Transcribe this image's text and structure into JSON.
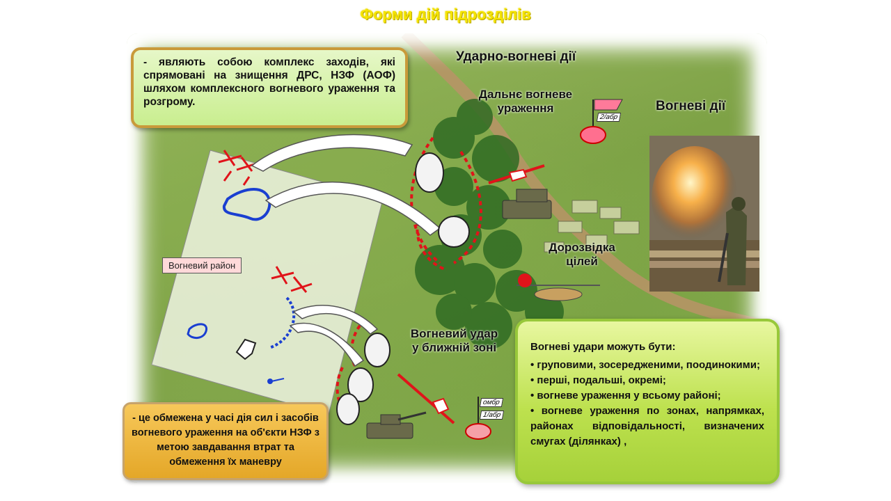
{
  "title": "Форми дій підрозділів",
  "labels": {
    "strike_fire": "Ударно-вогневі дії",
    "long_range_line1": "Дальнє вогневе",
    "long_range_line2": "ураження",
    "fire_actions": "Вогневі дії",
    "recon_line1": "Дорозвідка",
    "recon_line2": "цілей",
    "near_strike_line1": "Вогневий удар",
    "near_strike_line2": "у ближній зоні",
    "fire_area": "Вогневий район",
    "unit_top": "2/абр",
    "unit_bottom_1": "омбр",
    "unit_bottom_2": "1/абр"
  },
  "callouts": {
    "green": "- являють собою комплекс заходів, які спрямовані на знищення ДРС, НЗФ (АОФ) шляхом комплексного вогневого ураження та розгрому.",
    "gold": "- це обмежена у часі дія сил і засобів вогневого ураження на об'єкти НЗФ з метою завдавання втрат та обмеження їх маневру",
    "lime_lead": "Вогневі удари можуть бути:",
    "lime_items": [
      "•  груповими, зосередженими, поодинокими;",
      "•  перші, подальші, окремі;",
      "•  вогневе ураження у всьому районі;",
      "• вогневе ураження по зонах, напрямках, районах відповідальності, визначених смугах (ділянках) ,"
    ]
  },
  "colors": {
    "title": "#f5e400",
    "threat_red": "#e0141a",
    "friendly_blue": "#1a3fd1"
  }
}
